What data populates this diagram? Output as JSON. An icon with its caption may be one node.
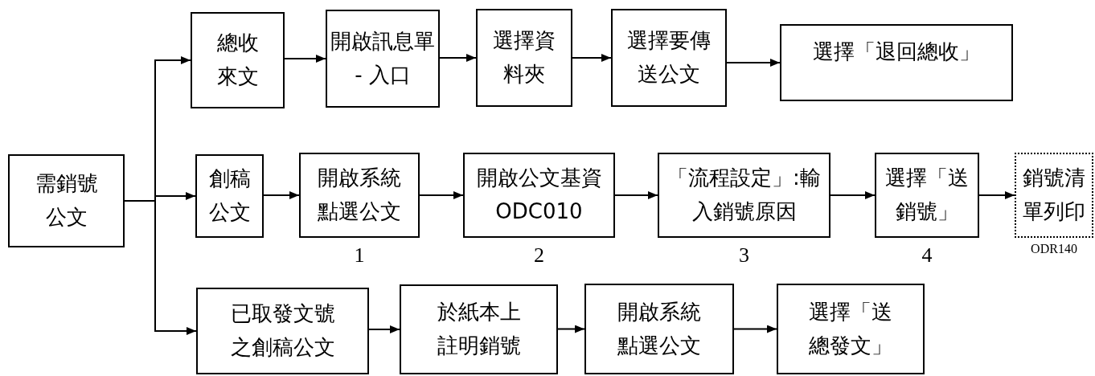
{
  "diagram": {
    "nodes": [
      {
        "text": [
          "需銷號公文"
        ]
      },
      {
        "text": [
          "總收來文"
        ]
      },
      {
        "text": [
          "開啟訊息單 - 入口"
        ]
      },
      {
        "text": [
          "選擇資料夾"
        ]
      },
      {
        "text": [
          "選擇要傳送公文"
        ]
      },
      {
        "text": [
          "選擇「退回總收」"
        ]
      },
      {
        "text": [
          "創稿公文"
        ]
      },
      {
        "text": [
          "開啟系統點選公文"
        ],
        "beside": [
          "1"
        ]
      },
      {
        "text": [
          "開啟公文基資 ODC010"
        ],
        "beside": [
          "2"
        ]
      },
      {
        "text": [
          "「流程設定」:輸入銷號原因"
        ],
        "beside": [
          "3"
        ]
      },
      {
        "text": [
          "選擇「送銷號」"
        ],
        "beside": [
          "4"
        ]
      },
      {
        "text": [
          "銷號清單列印"
        ],
        "beside": [
          "ODR140"
        ]
      },
      {
        "text": [
          "已取發文號之創稿公文"
        ]
      },
      {
        "text": [
          "於紙本上註明銷號"
        ]
      },
      {
        "text": [
          "開啟系統點選公文"
        ]
      },
      {
        "text": [
          "選擇「送總發文」"
        ]
      }
    ],
    "edges": [
      {
        "from": 0,
        "to": 1,
        "arrow": "to"
      },
      {
        "from": 0,
        "to": 6,
        "arrow": "to"
      },
      {
        "from": 0,
        "to": 12,
        "arrow": "to"
      },
      {
        "from": 1,
        "to": 2,
        "arrow": "to"
      },
      {
        "from": 2,
        "to": 3,
        "arrow": "to"
      },
      {
        "from": 3,
        "to": 4,
        "arrow": "to"
      },
      {
        "from": 4,
        "to": 5,
        "arrow": "to"
      },
      {
        "from": 6,
        "to": 7,
        "arrow": "to"
      },
      {
        "from": 7,
        "to": 8,
        "arrow": "to"
      },
      {
        "from": 8,
        "to": 9,
        "arrow": "to"
      },
      {
        "from": 9,
        "to": 10,
        "arrow": "to"
      },
      {
        "from": 10,
        "to": 11,
        "arrow": "to"
      },
      {
        "from": 12,
        "to": 13,
        "arrow": "to"
      },
      {
        "from": 13,
        "to": 14,
        "arrow": "to"
      },
      {
        "from": 14,
        "to": 15,
        "arrow": "to"
      }
    ]
  }
}
